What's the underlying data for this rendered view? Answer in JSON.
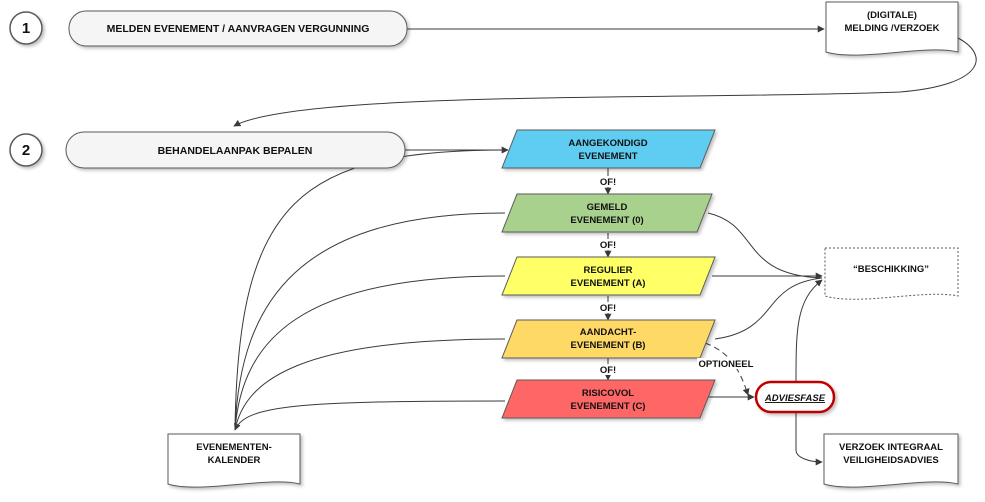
{
  "steps": [
    "1",
    "2"
  ],
  "process": {
    "melden": "MELDEN EVENEMENT / AANVRAGEN VERGUNNING",
    "behandel": "BEHANDELAANPAK BEPALEN"
  },
  "documents": {
    "melding_line1": "(DIGITALE)",
    "melding_line2": "MELDING /VERZOEK",
    "beschikking": "“BESCHIKKING”",
    "kalender_line1": "EVENEMENTEN-",
    "kalender_line2": "KALENDER",
    "verzoek_line1": "VERZOEK INTEGRAAL",
    "verzoek_line2": "VEILIGHEIDSADVIES"
  },
  "categories": [
    {
      "line1": "AANGEKONDIGD",
      "line2": "EVENEMENT",
      "color": "#5fcdf2"
    },
    {
      "line1": "GEMELD",
      "line2": "EVENEMENT (0)",
      "color": "#a9d18e"
    },
    {
      "line1": "REGULIER",
      "line2": "EVENEMENT (A)",
      "color": "#ffff66"
    },
    {
      "line1": "AANDACHT-",
      "line2": "EVENEMENT (B)",
      "color": "#ffd966"
    },
    {
      "line1": "RISICOVOL",
      "line2": "EVENEMENT (C)",
      "color": "#ff6666"
    }
  ],
  "connector_label": "OF!",
  "optioneel": "OPTIONEEL",
  "adviesfase": "ADVIESFASE",
  "adviesfase_border": "#c00000"
}
